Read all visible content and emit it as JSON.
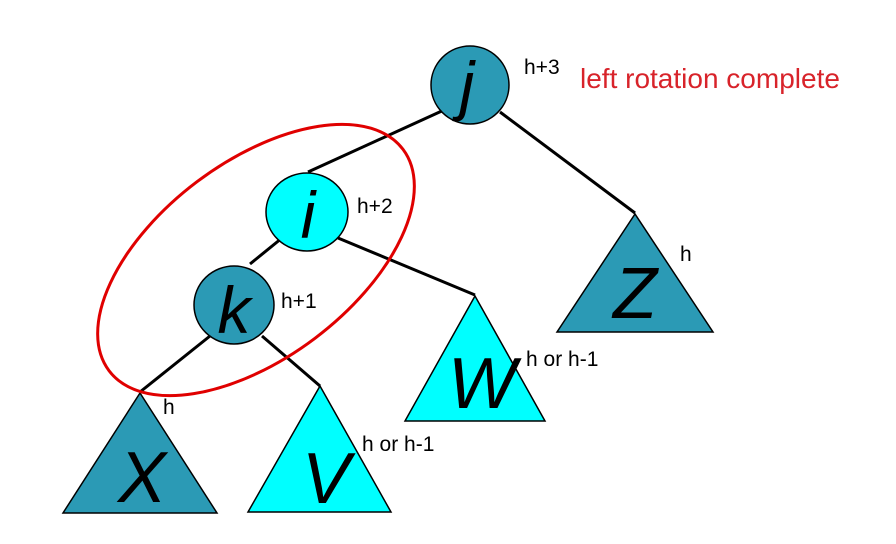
{
  "status_text": "left rotation complete",
  "colors": {
    "dark_node": "#2b9ab5",
    "light_node": "#00ffff",
    "edge": "#000000",
    "highlight": "#e00000",
    "status_text": "#d8232a"
  },
  "nodes": {
    "j": {
      "letter": "j",
      "height": "h+3"
    },
    "i": {
      "letter": "i",
      "height": "h+2"
    },
    "k": {
      "letter": "k",
      "height": "h+1"
    }
  },
  "subtrees": {
    "X": {
      "letter": "X",
      "height": "h"
    },
    "V": {
      "letter": "V",
      "height": "h or h-1"
    },
    "W": {
      "letter": "W",
      "height": "h or h-1"
    },
    "Z": {
      "letter": "Z",
      "height": "h"
    }
  }
}
